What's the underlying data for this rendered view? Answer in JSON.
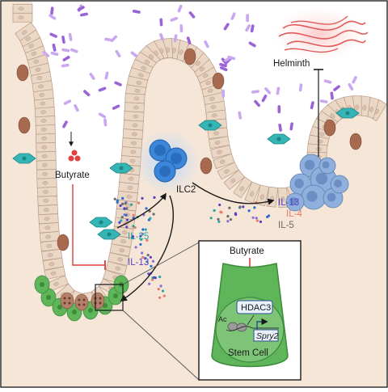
{
  "labels": {
    "helminth": "Helminth",
    "butyrate_lumen": "Butyrate",
    "ilc2": "ILC2",
    "il25": "IL-25",
    "il13_left": "IL-13",
    "il13_right": "IL-13",
    "il4": "IL-4",
    "il5": "IL-5",
    "butyrate_inset": "Butyrate",
    "hdac3": "HDAC3",
    "ac": "Ac",
    "spry2": "Spry2",
    "stem_cell": "Stem Cell"
  },
  "colors": {
    "lumen_bg": "#ffffff",
    "tissue_bg": "#f5e6d8",
    "epithelium": "#ead7c5",
    "epithelium_stroke": "#b99a85",
    "nucleus": "#9a7a66",
    "goblet": "#a86a4e",
    "tuft": "#35b5b5",
    "stem": "#5fb55a",
    "stem_dark": "#3c8a3a",
    "bacteria": "#9a64d6",
    "ilc2": "#3b86d8",
    "ilc2_glow": "#8fc0ff",
    "inhibit_red": "#d83c3c",
    "butyrate_dots": "#e04040",
    "helminth": "#e25b5b",
    "helminth_glow": "#ffd6d6",
    "granuloma": "#8fb0dc",
    "il25_text": "#23a8a0",
    "il13_text": "#5a3fc9",
    "il4_text": "#e77a6a",
    "il5_text": "#6b6b6b"
  },
  "icons": [
    "bacteria-icon",
    "helminth-icon",
    "ilc2-cell-icon",
    "tuft-cell-icon",
    "stem-cell-icon",
    "chromatin-icon"
  ]
}
